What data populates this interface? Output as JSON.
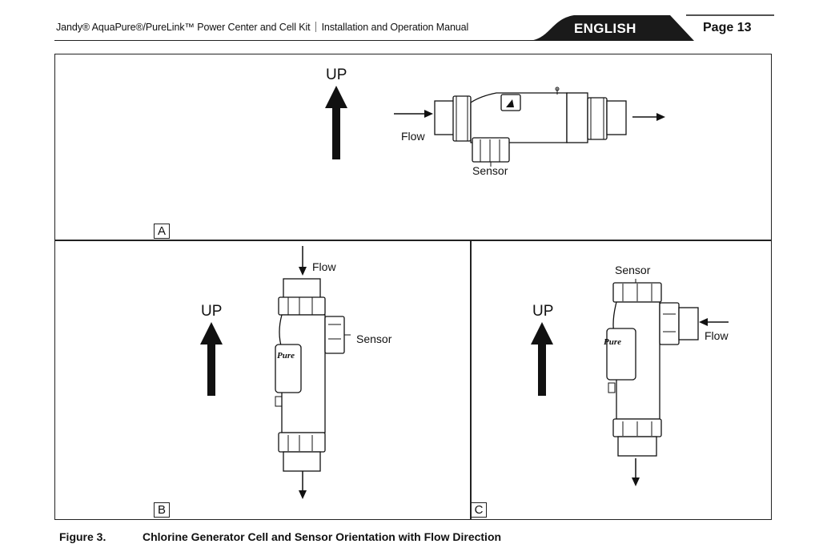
{
  "header": {
    "doc_title": "Jandy® AquaPure®/PureLink™ Power Center and Cell Kit",
    "manual_title": "Installation and Operation Manual",
    "language": "ENGLISH",
    "page": "Page 13"
  },
  "panels": {
    "a": {
      "label": "A",
      "up": "UP",
      "flow": "Flow",
      "sensor": "Sensor"
    },
    "b": {
      "label": "B",
      "up": "UP",
      "flow": "Flow",
      "sensor": "Sensor"
    },
    "c": {
      "label": "C",
      "up": "UP",
      "flow": "Flow",
      "sensor": "Sensor"
    }
  },
  "caption": {
    "number": "Figure 3.",
    "text": "Chlorine Generator Cell and Sensor Orientation with Flow Direction"
  },
  "colors": {
    "ink": "#111111",
    "tab": "#1a1a1a"
  }
}
